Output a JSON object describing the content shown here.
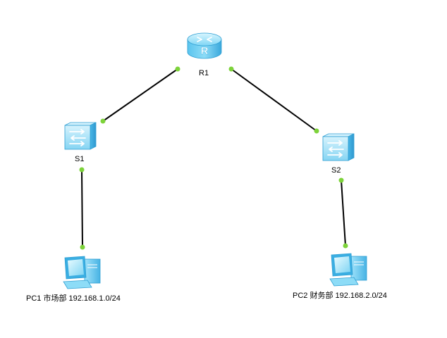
{
  "devices": {
    "r1": {
      "label": "R1",
      "type": "router"
    },
    "s1": {
      "label": "S1",
      "type": "switch"
    },
    "s2": {
      "label": "S2",
      "type": "switch"
    },
    "pc1": {
      "label": "PC1 市场部 192.168.1.0/24",
      "type": "pc"
    },
    "pc2": {
      "label": "PC2 财务部 192.168.2.0/24",
      "type": "pc"
    }
  },
  "links": [
    {
      "from": "r1",
      "to": "s1"
    },
    {
      "from": "r1",
      "to": "s2"
    },
    {
      "from": "s1",
      "to": "pc1"
    },
    {
      "from": "s2",
      "to": "pc2"
    }
  ],
  "colors": {
    "link": "#000000",
    "port": "#7dd33a",
    "device_light": "#c8effc",
    "device_mid": "#6ccdf2",
    "device_dark": "#2ea2d8",
    "device_outline": "#1f8cc4",
    "label_text": "#000000"
  }
}
